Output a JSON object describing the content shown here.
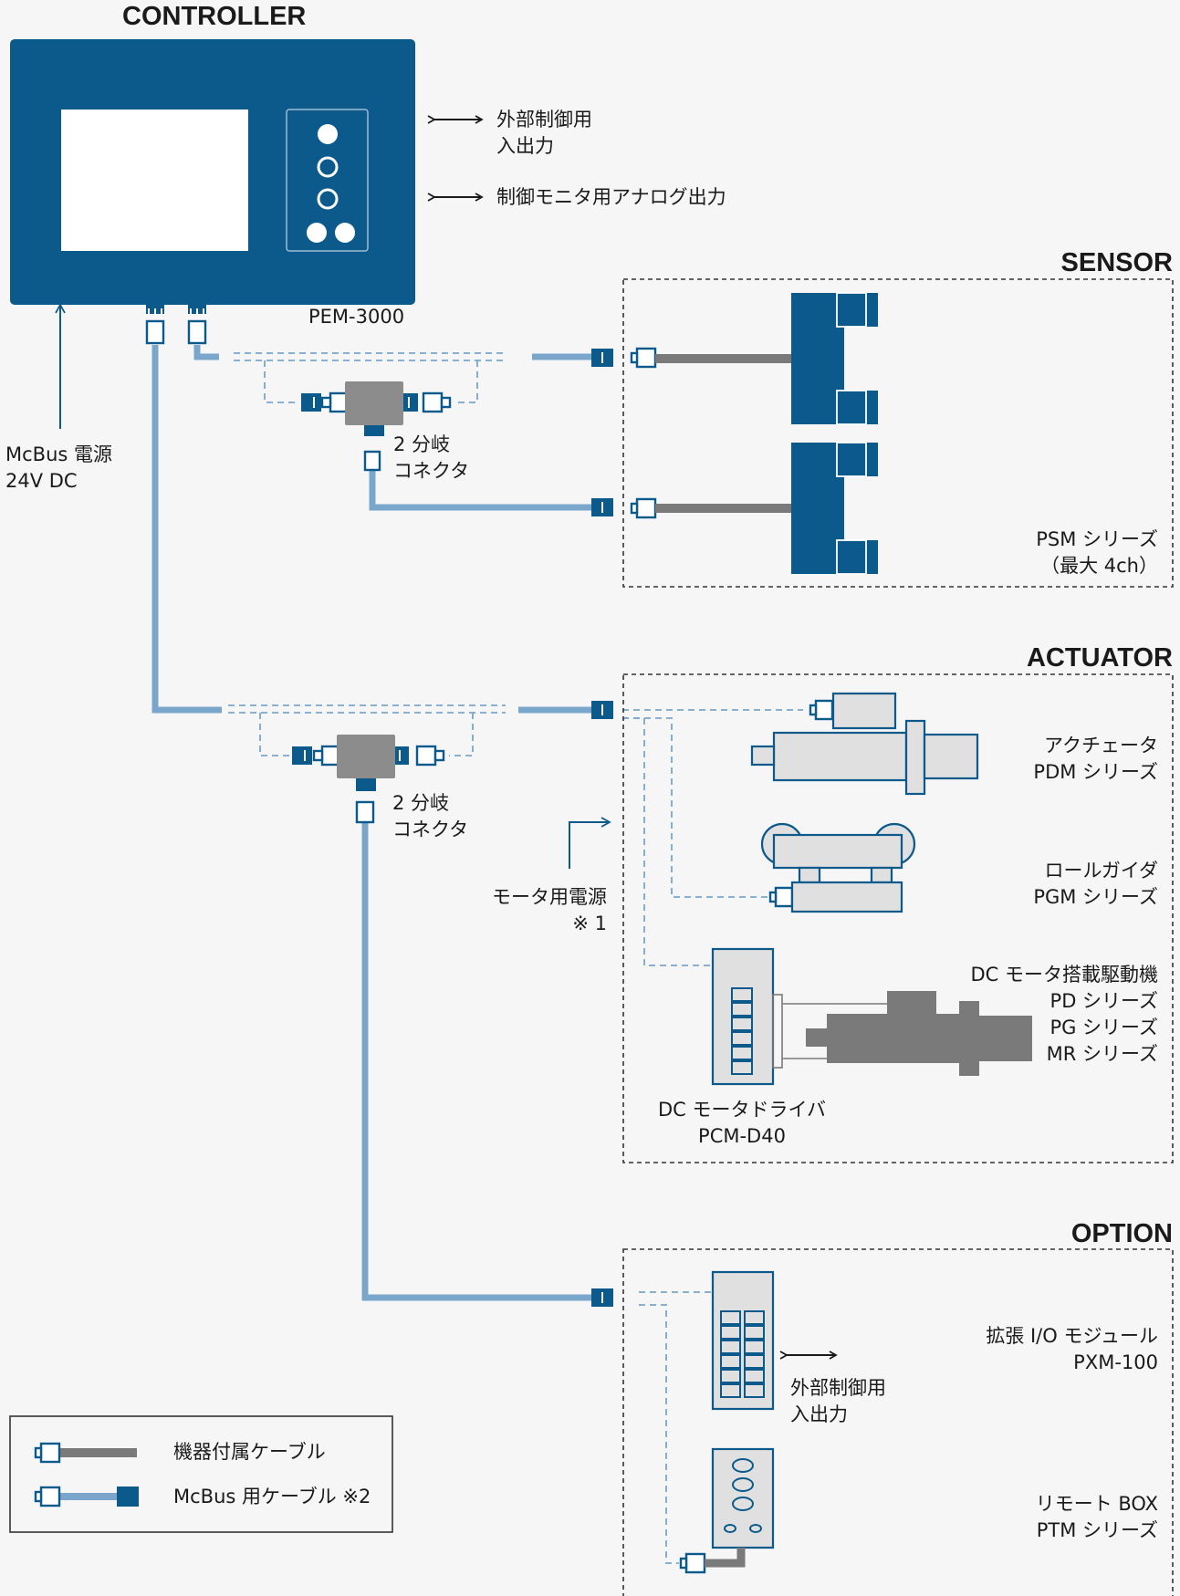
{
  "sections": {
    "controller": "CONTROLLER",
    "sensor": "SENSOR",
    "actuator": "ACTUATOR",
    "option": "OPTION"
  },
  "controller": {
    "model": "PEM-3000",
    "io_external": [
      "外部制御用",
      "入出力"
    ],
    "io_analog": "制御モニタ用アナログ出力",
    "power": [
      "McBus 電源",
      "24V DC"
    ]
  },
  "splitter": [
    "2 分岐",
    "コネクタ"
  ],
  "sensor": {
    "label": [
      "PSM シリーズ",
      "（最大 4ch）"
    ]
  },
  "actuator": {
    "pdm": [
      "アクチェータ",
      "PDM シリーズ"
    ],
    "pgm": [
      "ロールガイダ",
      "PGM シリーズ"
    ],
    "dc_drive": [
      "DC モータ搭載駆動機",
      "PD シリーズ",
      "PG シリーズ",
      "MR シリーズ"
    ],
    "dc_driver": [
      "DC モータドライバ",
      "PCM-D40"
    ],
    "motor_power": [
      "モータ用電源",
      "※ 1"
    ]
  },
  "option": {
    "pxm": [
      "拡張 I/O モジュール",
      "PXM-100"
    ],
    "pxm_io": [
      "外部制御用",
      "入出力"
    ],
    "ptm": [
      "リモート BOX",
      "PTM シリーズ"
    ]
  },
  "legend": {
    "device_cable": "機器付属ケーブル",
    "mcbus_cable": "McBus 用ケーブル ※2"
  },
  "colors": {
    "navy": "#0c5a8c",
    "cable_blue": "#7aa6cc",
    "dashed": "#7aa6cc",
    "device_gray": "#7a7a7a",
    "part_fill": "#e0e0e0",
    "background": "#f6f6f6"
  }
}
